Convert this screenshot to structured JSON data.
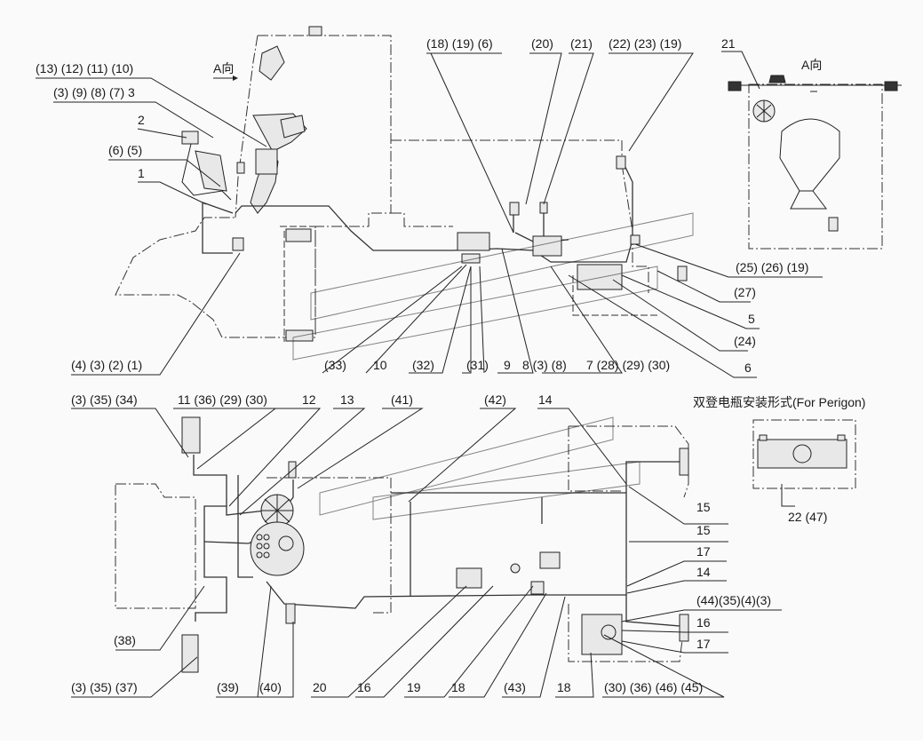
{
  "top": {
    "view_label_main": "A向",
    "view_label_inset": "A向",
    "callouts_left": [
      "(13) (12) (11) (10)",
      "(3) (9) (8) (7) 3",
      "2",
      "(6) (5)",
      "1",
      "(4) (3) (2) (1)"
    ],
    "callouts_top": [
      "(18) (19) (6)",
      "(20)",
      "(21)",
      "(22) (23) (19)",
      "21"
    ],
    "callouts_right": [
      "(25) (26) (19)",
      "(27)",
      "5",
      "(24)",
      "6"
    ],
    "callouts_bottom": [
      "(33)",
      "10",
      "(32)",
      "(31)",
      "9",
      "8 (3) (8)",
      "7 (28) (29) (30)"
    ]
  },
  "bottom": {
    "callouts_top": [
      "(3) (35) (34)",
      "11 (36) (29) (30)",
      "12",
      "13",
      "(41)",
      "(42)",
      "14"
    ],
    "callouts_right": [
      "15",
      "15",
      "17",
      "14",
      "(44)(35)(4)(3)",
      "16",
      "17"
    ],
    "callouts_bottom": [
      "(38)",
      "(3) (35) (37)",
      "(39)",
      "(40)",
      "20",
      "16",
      "19",
      "18",
      "(43)",
      "18",
      "(30) (36) (46) (45)"
    ]
  },
  "battery_inset": {
    "title": "双登电瓶安装形式(For Perigon)",
    "callout": "22 (47)"
  }
}
